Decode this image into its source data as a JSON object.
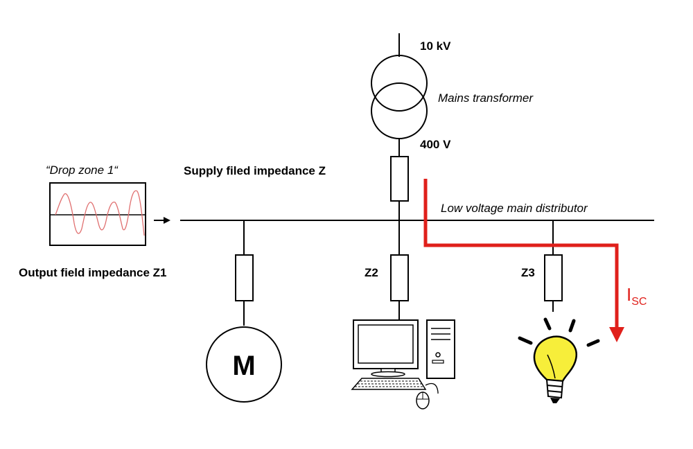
{
  "labels": {
    "hv": "10 kV",
    "transformer": "Mains transformer",
    "lv": "400 V",
    "supply_impedance": "Supply filed impedance Z",
    "drop_zone": "“Drop zone 1“",
    "main_distributor": "Low voltage main distributor",
    "output_impedance": "Output field impedance  Z1",
    "z2": "Z2",
    "z3": "Z3",
    "isc_main": "I",
    "isc_sub": "SC",
    "motor": "M"
  },
  "colors": {
    "line": "#000000",
    "short_circuit_path": "#e0201b",
    "waveform": "#e07070",
    "bulb": "#f7ee3a"
  },
  "icons": [
    "transformer-icon",
    "motor-icon",
    "computer-icon",
    "light-bulb-icon",
    "oscilloscope-icon"
  ]
}
